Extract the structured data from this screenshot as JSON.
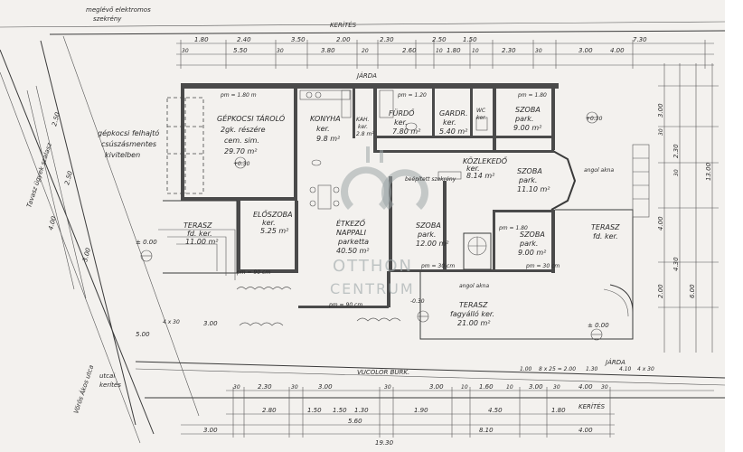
{
  "labels": {
    "top_note_1": "meglévő elektromos",
    "top_note_2": "szekrény",
    "fence_top": "KERÍTÉS",
    "jarda_top": "JÁRDA",
    "fence_bottom": "KERÍTÉS",
    "jarda_right": "JÁRDA",
    "vucolor": "VUCOLOR BURK.",
    "utcai_kerites_1": "utcai",
    "utcai_kerites_2": "kerítés",
    "road_left": "Tavasz ügyek szalasz",
    "road_bottom": "Vörös Ákos utca",
    "carport_1": "gépkocsi felhajtó",
    "carport_2": "csúszásmentes",
    "carport_3": "kivitelben",
    "angol_akna_1": "angol akna",
    "angol_akna_2": "angol akna",
    "level_1": "± 0.00",
    "level_2": "± 0.00"
  },
  "rooms": {
    "garage": {
      "l1": "GÉPKOCSI TÁROLÓ",
      "l2": "2gk. részére",
      "l3": "cem. sim.",
      "l4": "29.70 m²"
    },
    "kitchen": {
      "l1": "KONYHA",
      "l2": "ker.",
      "l3": "9.8 m²"
    },
    "kah": {
      "l1": "KAH.",
      "l2": "ker.",
      "l3": "2.8 m²"
    },
    "bath": {
      "l1": "FÜRDŐ",
      "l2": "ker.",
      "l3": "7.80 m²"
    },
    "garderobe": {
      "l1": "GARDR.",
      "l2": "ker.",
      "l3": "5.40 m²"
    },
    "wc": {
      "l1": "WC",
      "l2": "ker."
    },
    "room1": {
      "l1": "SZOBA",
      "l2": "park.",
      "l3": "9.00 m²"
    },
    "hall": {
      "l1": "KÖZLEKEDŐ",
      "l2": "ker.",
      "l3": "8.14 m²"
    },
    "builtin": {
      "l1": "beépített szekrény"
    },
    "room2": {
      "l1": "SZOBA",
      "l2": "park.",
      "l3": "11.10 m²"
    },
    "room3": {
      "l1": "SZOBA",
      "l2": "park.",
      "l3": "12.00 m²"
    },
    "room4": {
      "l1": "SZOBA",
      "l2": "park.",
      "l3": "9.00 m²"
    },
    "foyer": {
      "l1": "ELŐSZOBA",
      "l2": "ker.",
      "l3": "5.25 m²"
    },
    "dining": {
      "l1": "ÉTKEZŐ",
      "l2": "NAPPALI",
      "l3": "parketta",
      "l4": "40.50 m²"
    },
    "terrace_w": {
      "l1": "TERASZ",
      "l2": "fd. ker.",
      "l3": "11.00 m²"
    },
    "terrace_s": {
      "l1": "TERASZ",
      "l2": "fagyálló ker.",
      "l3": "21.00 m²"
    },
    "terrace_e": {
      "l1": "TERASZ",
      "l2": "fd. ker."
    }
  },
  "dims": {
    "top_row1": [
      "1.80",
      "2.40",
      "3.50",
      "2.00",
      "2.30",
      "2.50",
      "1.50",
      "7.30"
    ],
    "top_row2": [
      "30",
      "5.50",
      "30",
      "3.80",
      "20",
      "2.60",
      "10",
      "1.80",
      "10",
      "2.30",
      "30",
      "3.00",
      "4.00"
    ],
    "bottom_row1": [
      "30",
      "2.30",
      "30",
      "3.00",
      "30",
      "3.00",
      "10",
      "1.60",
      "10",
      "3.00",
      "30",
      "4.00",
      "30"
    ],
    "bottom_row2": [
      "2.80",
      "1.50",
      "1.50",
      "1.30",
      "1.90",
      "4.50",
      "1.80"
    ],
    "bottom_row3": [
      "3.00",
      "5.60",
      "8.10",
      "4.00"
    ],
    "bottom_total": "19.30",
    "right_col": [
      "3.00",
      "30",
      "2.30",
      "30",
      "4.00",
      "4.30",
      "2.00",
      "6.00",
      "13.00"
    ],
    "right_steps": [
      "1.00",
      "8 x 25 = 2.00",
      "1.30",
      "4.10",
      "4 x 30"
    ],
    "left_col": [
      "2.50",
      "2.50",
      "3.00",
      "4.00"
    ],
    "misc": [
      "4 x 30",
      "3.00",
      "3.00",
      "5.00"
    ],
    "sill": [
      "pm = 1.80 m",
      "pm = 1.20",
      "pm = 1.80",
      "pm = 1.80",
      "pm = 90 cm",
      "pm = 90 cm",
      "pm = 30 cm",
      "pm = 30 cm",
      "+0.30",
      "-0.30",
      "+0.30"
    ]
  },
  "watermark": {
    "line1": "OTTHON",
    "line2": "CENTRUM"
  }
}
